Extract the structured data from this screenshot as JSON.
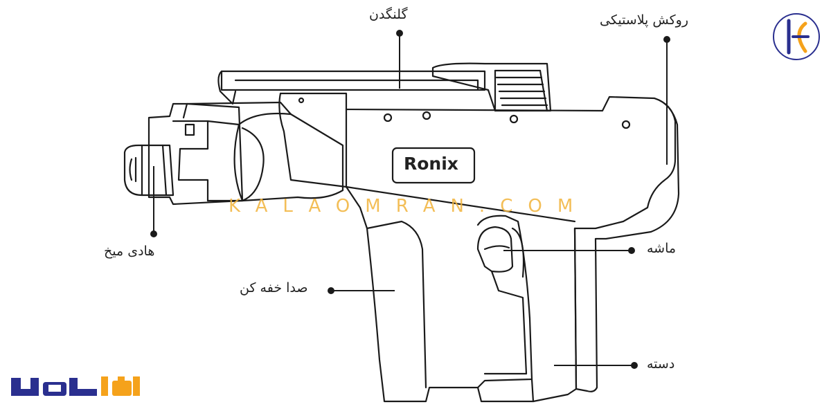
{
  "labels": {
    "breech": "گلنگدن",
    "cover": "روکش پلاستیکی",
    "guide": "هادی میخ",
    "muffler": "صدا خفه کن",
    "trigger": "ماشه",
    "handle": "دسته"
  },
  "brand": "Ronix",
  "watermark": "KALAOMRAN.COM",
  "site_logo_text": "کالا عمران",
  "colors": {
    "line": "#1a1a1a",
    "watermark": "#f2b33a",
    "logo_blue": "#2a2f8f",
    "logo_orange": "#f5a21b"
  }
}
